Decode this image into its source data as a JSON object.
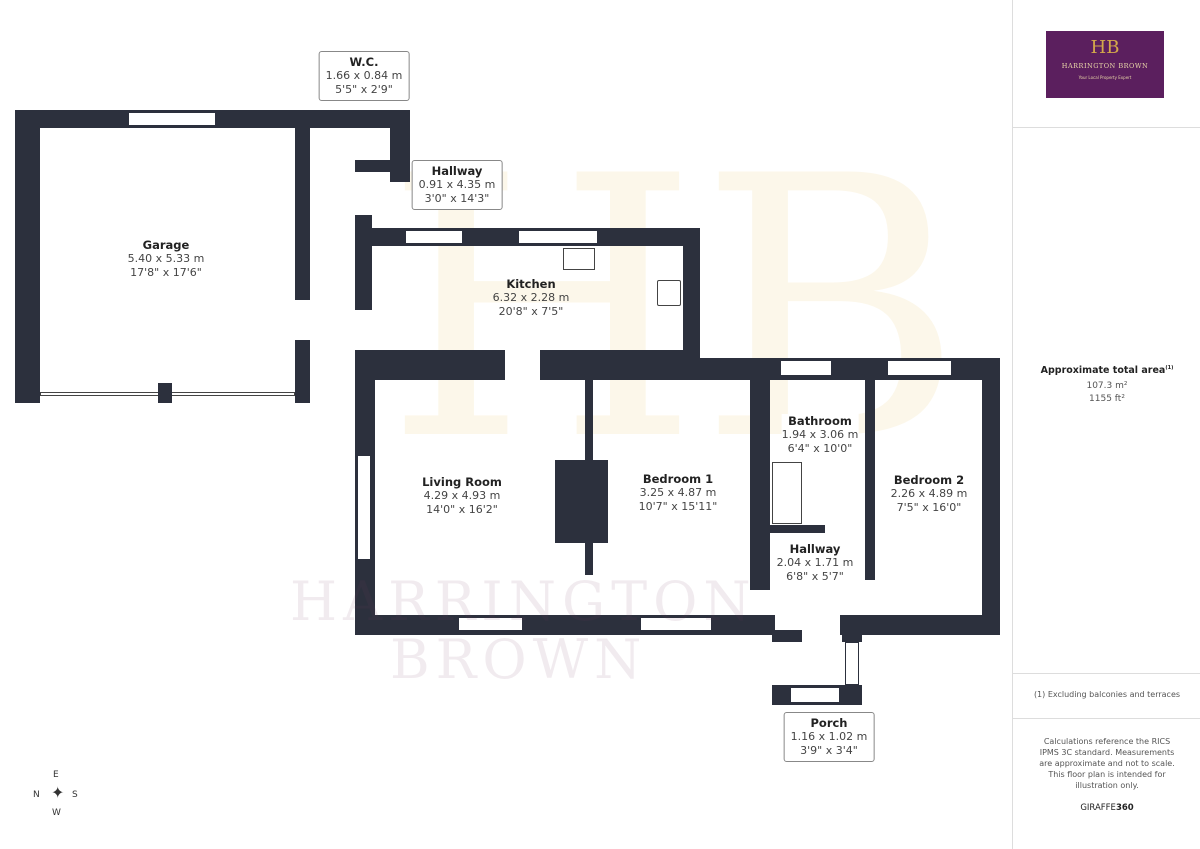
{
  "rooms": [
    {
      "name": "Garage",
      "metric": "5.40 x 5.33 m",
      "imperial": "17'8\" x 17'6\""
    },
    {
      "name": "W.C.",
      "metric": "1.66 x 0.84 m",
      "imperial": "5'5\" x 2'9\""
    },
    {
      "name": "Hallway",
      "metric": "0.91 x 4.35 m",
      "imperial": "3'0\" x 14'3\""
    },
    {
      "name": "Kitchen",
      "metric": "6.32 x 2.28 m",
      "imperial": "20'8\" x 7'5\""
    },
    {
      "name": "Living Room",
      "metric": "4.29 x 4.93 m",
      "imperial": "14'0\" x 16'2\""
    },
    {
      "name": "Bedroom 1",
      "metric": "3.25 x 4.87 m",
      "imperial": "10'7\" x 15'11\""
    },
    {
      "name": "Bathroom",
      "metric": "1.94 x 3.06 m",
      "imperial": "6'4\" x 10'0\""
    },
    {
      "name": "Bedroom 2",
      "metric": "2.26 x 4.89 m",
      "imperial": "7'5\" x 16'0\""
    },
    {
      "name": "Hallway",
      "metric": "2.04 x 1.71 m",
      "imperial": "6'8\" x 5'7\""
    },
    {
      "name": "Porch",
      "metric": "1.16 x 1.02 m",
      "imperial": "3'9\" x 3'4\""
    }
  ],
  "watermark": {
    "line1": "HARRINGTON",
    "line2": "BROWN",
    "monogram": "HB"
  },
  "logo": {
    "monogram": "HB",
    "name": "HARRINGTON BROWN",
    "tagline": "Your Local Property Expert"
  },
  "summary": {
    "title": "Approximate total area",
    "note_mark": "(1)",
    "metric": "107.3 m²",
    "imperial": "1155 ft²"
  },
  "footnote": "(1) Excluding balconies and terraces",
  "disclaimer": "Calculations reference the RICS IPMS 3C standard. Measurements are approximate and not to scale. This floor plan is intended for illustration only.",
  "brand": {
    "prefix": "GIRAFFE",
    "suffix": "360"
  },
  "compass": {
    "n": "N",
    "e": "E",
    "s": "S",
    "w": "W"
  }
}
